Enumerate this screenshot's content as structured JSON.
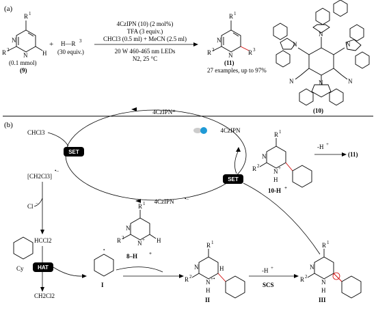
{
  "panel_a": {
    "label": "(a)",
    "pyrimidine": {
      "r1": "R",
      "r1_sup": "1",
      "r2": "R",
      "r2_sup": "2",
      "n1": "N",
      "n2": "N",
      "h": "H",
      "amount": "(0.1 mmol)",
      "compound": "(9)"
    },
    "plus": "+",
    "reagent": {
      "formula": "H—R",
      "sup": "3",
      "equiv": "(30 equiv.)"
    },
    "conditions": [
      "4CzIPN (10) (2 mol%)",
      "TFA (3 equiv.)",
      "CHCl3 (0.5 ml) + MeCN (2.5 ml)",
      "20 W 460-465 nm LEDs",
      "N2, 25 °C"
    ],
    "product": {
      "compound": "(11)",
      "yield": "27 examples, up to 97%",
      "r1": "R",
      "r2": "R",
      "r3": "R"
    },
    "catalyst": {
      "compound": "(10)",
      "nitrile": "N"
    }
  },
  "panel_b": {
    "label": "(b)",
    "chcl3": "CHCl3",
    "set_label": "SET",
    "radical_anion": "[CH2Cl3]",
    "chloride": "Cl",
    "chcl2": "HCCl2",
    "hat_label": "HAT",
    "cy": "Cy",
    "ch2cl2": "CH2Cl2",
    "radical_I": "I",
    "cat_excited": "4CzIPN*",
    "cat_ground": "4CzIPN",
    "cat_reduced": "4CzIPN",
    "protonated": "8–H",
    "intermediate_II": "II",
    "intermediate_III": "III",
    "scs_label": "SCS",
    "minus_h": "-H",
    "product_h": "10-H",
    "product_arrow_label": "-H",
    "product_final": "(11)"
  },
  "colors": {
    "accent_bond": "#d00000",
    "pill": "#000000",
    "lamp": "#1f9ad6"
  }
}
